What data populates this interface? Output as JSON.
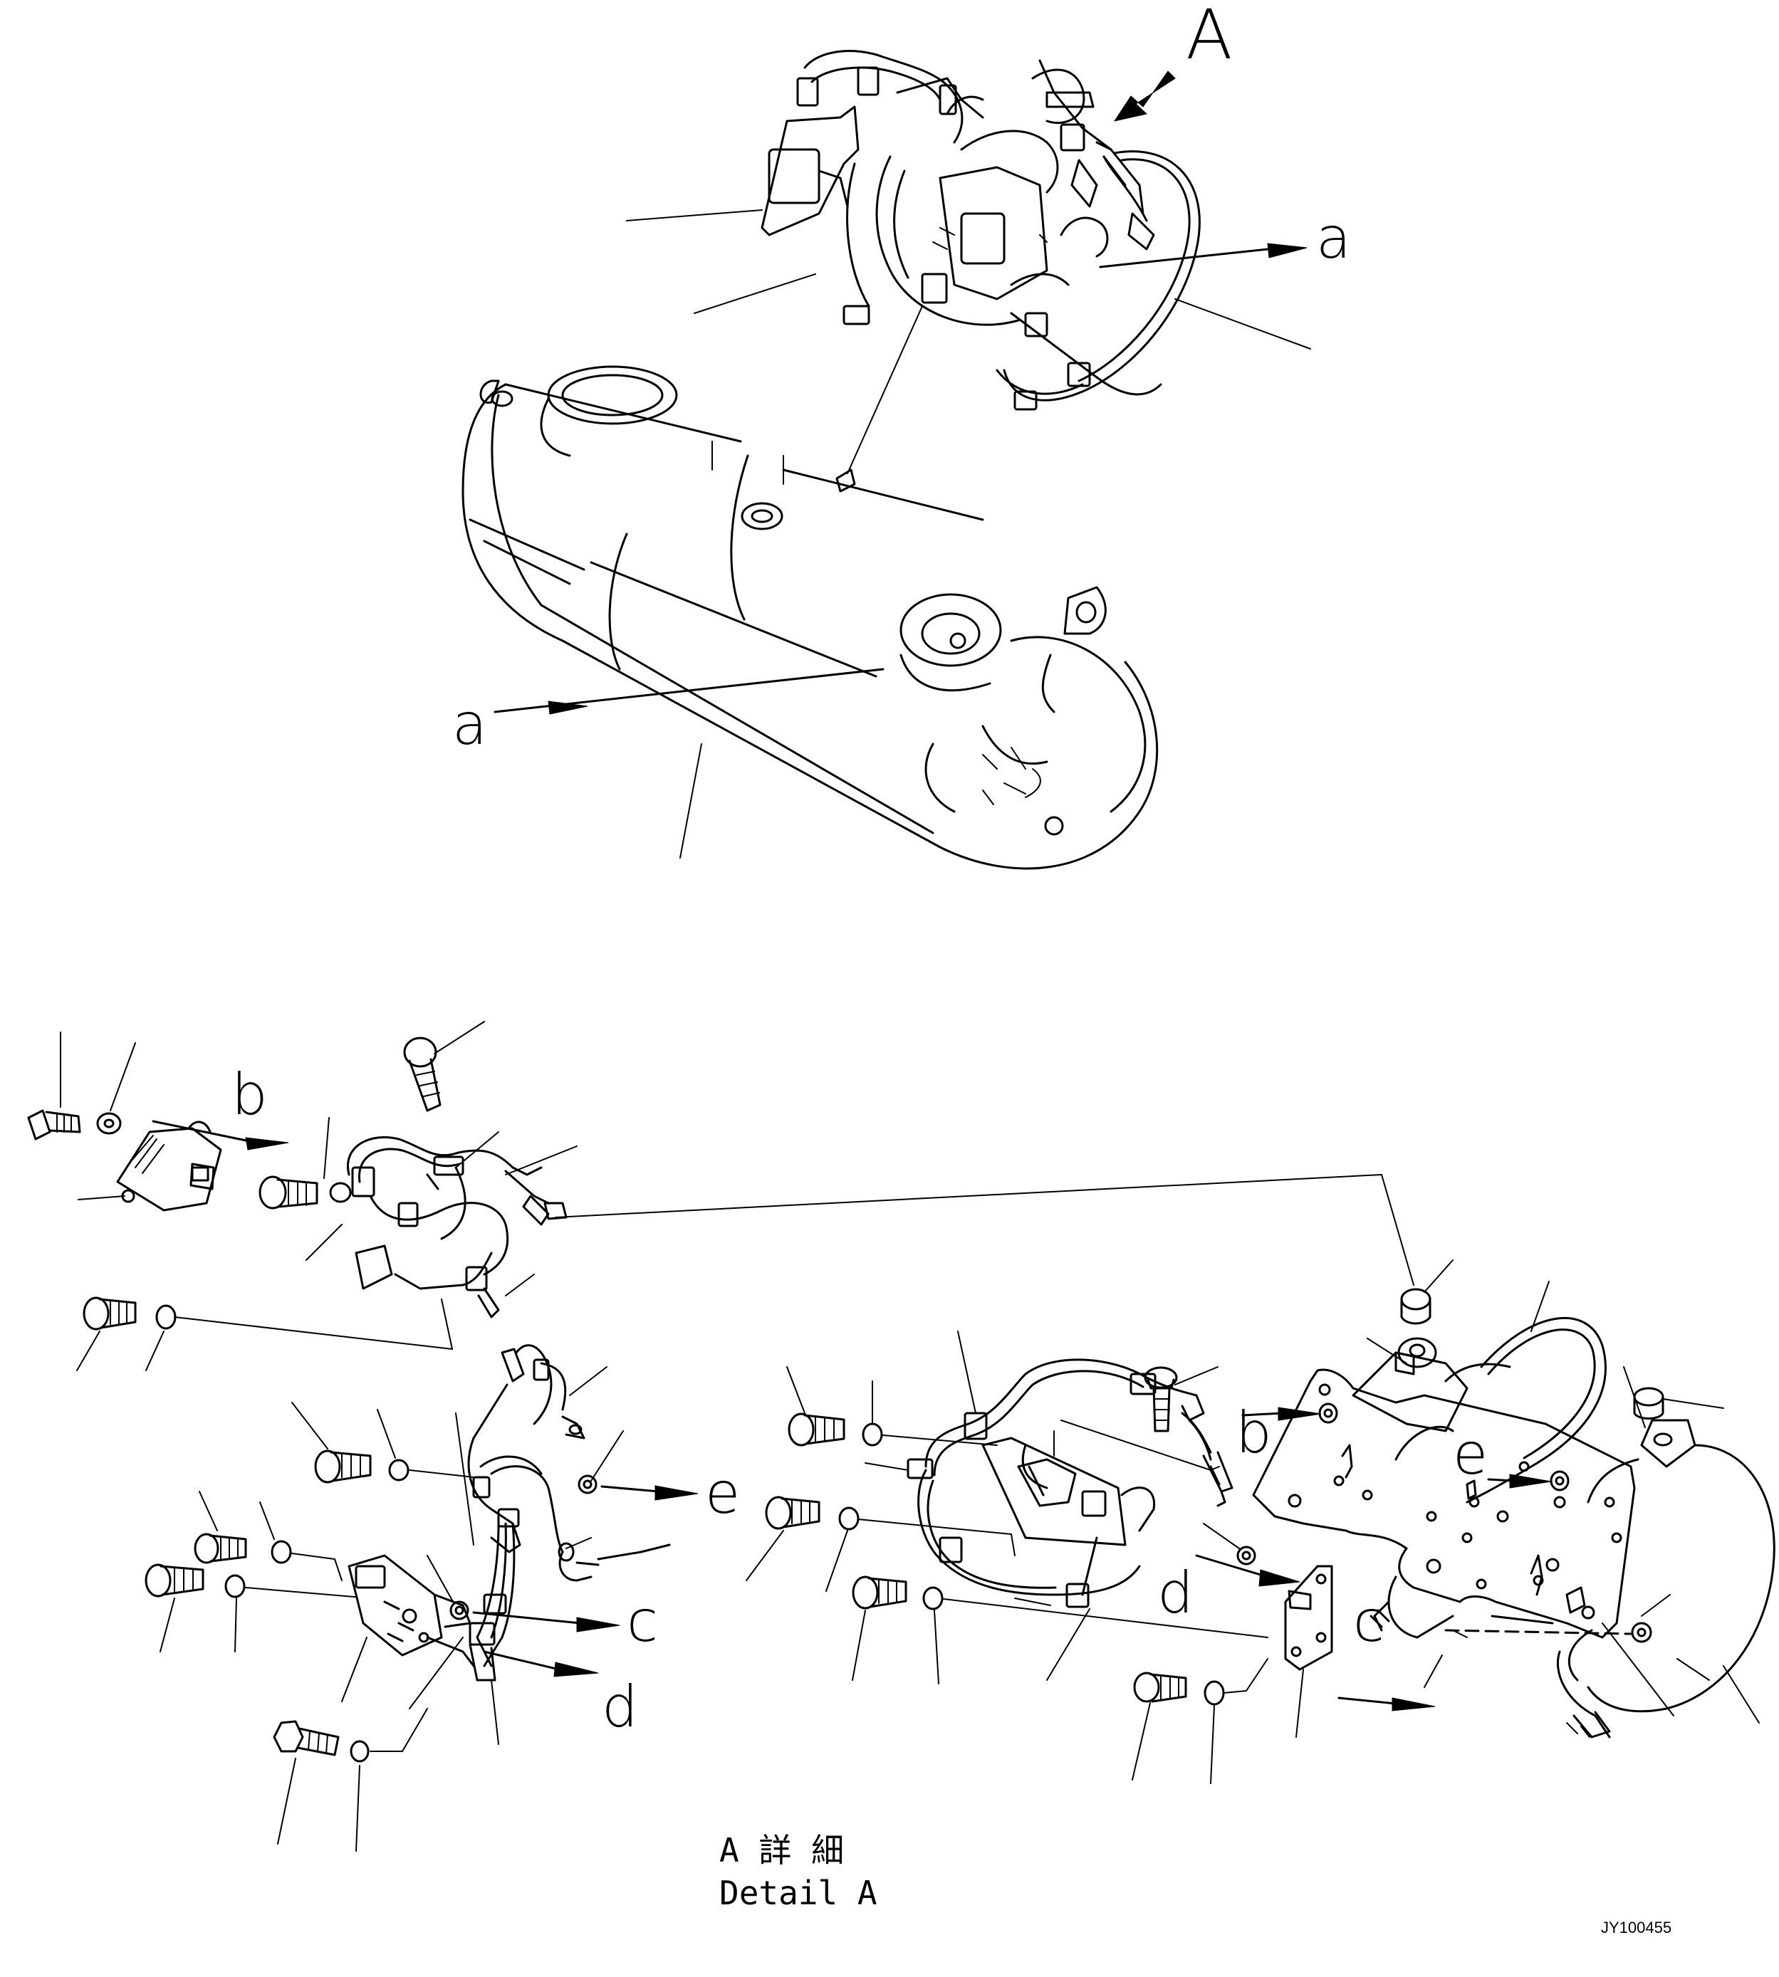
{
  "view_marker": "A",
  "arrow_labels": {
    "a": "a",
    "b": "b",
    "c": "c",
    "d": "d",
    "e": "e"
  },
  "caption": {
    "line1": "A 詳 細",
    "line2": "Detail A"
  },
  "drawing_code": "JY100455",
  "line_color": "#000000",
  "background_color": "#ffffff"
}
